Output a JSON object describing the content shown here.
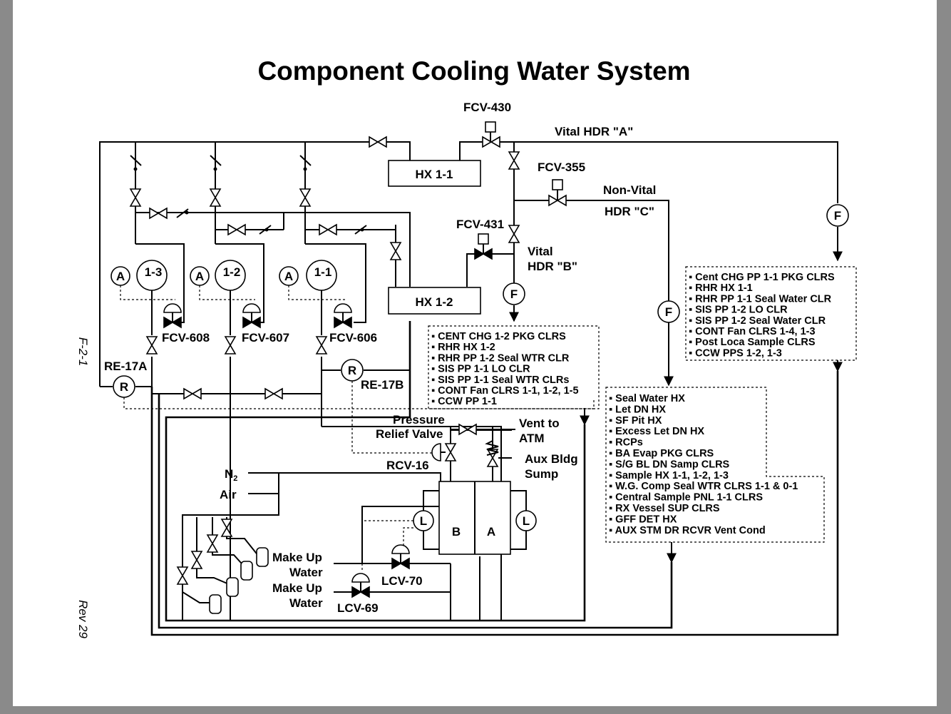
{
  "title": "Component Cooling Water System",
  "side_labels": {
    "figure": "F-2-1",
    "revision": "Rev 29"
  },
  "labels": {
    "fcv430": "FCV-430",
    "fcv355": "FCV-355",
    "fcv431": "FCV-431",
    "vital_a": "Vital HDR \"A\"",
    "nonvital_1": "Non-Vital",
    "nonvital_2": "HDR \"C\"",
    "vital_b_1": "Vital",
    "vital_b_2": "HDR \"B\"",
    "hx11": "HX 1-1",
    "hx12": "HX 1-2",
    "pump13": "1-3",
    "pump12": "1-2",
    "pump11": "1-1",
    "ammeter": "A",
    "flow": "F",
    "rad": "R",
    "level": "L",
    "fcv608": "FCV-608",
    "fcv607": "FCV-607",
    "fcv606": "FCV-606",
    "re17a": "RE-17A",
    "re17b": "RE-17B",
    "prv_1": "Pressure",
    "prv_2": "Relief Valve",
    "rcv16": "RCV-16",
    "vent_1": "Vent to",
    "vent_2": "ATM",
    "sump_1": "Aux Bldg",
    "sump_2": "Sump",
    "n2": "N",
    "n2_sub": "2",
    "air": "Air",
    "makeup1_1": "Make Up",
    "makeup1_2": "Water",
    "makeup2_1": "Make Up",
    "makeup2_2": "Water",
    "lcv70": "LCV-70",
    "lcv69": "LCV-69",
    "tank_b": "B",
    "tank_a": "A"
  },
  "lists": {
    "hdr_a": [
      "Cent CHG PP 1-1 PKG CLRS",
      "RHR HX 1-1",
      "RHR PP 1-1 Seal Water CLR",
      "SIS PP 1-2 LO CLR",
      "SIS PP 1-2 Seal Water CLR",
      "CONT Fan CLRS 1-4, 1-3",
      "Post Loca Sample CLRS",
      "CCW PPS 1-2, 1-3"
    ],
    "hdr_b": [
      "CENT CHG 1-2 PKG CLRS",
      "RHR HX 1-2",
      "RHR PP 1-2 Seal WTR CLR",
      "SIS PP 1-1 LO CLR",
      "SIS PP 1-1 Seal WTR CLRs",
      "CONT Fan CLRS 1-1, 1-2, 1-5",
      "CCW PP 1-1"
    ],
    "hdr_c": [
      "Seal Water HX",
      "Let DN HX",
      "SF Pit HX",
      "Excess Let DN HX",
      "RCPs",
      "BA Evap PKG CLRS",
      "S/G BL DN Samp CLRS",
      "Sample HX 1-1, 1-2, 1-3",
      "W.G. Comp Seal WTR CLRS 1-1 & 0-1",
      "Central Sample PNL 1-1 CLRS",
      "RX Vessel SUP CLRS",
      "GFF DET HX",
      "AUX STM DR RCVR Vent Cond"
    ]
  },
  "colors": {
    "background": "#8a8a8a",
    "page": "#ffffff",
    "ink": "#000000"
  }
}
